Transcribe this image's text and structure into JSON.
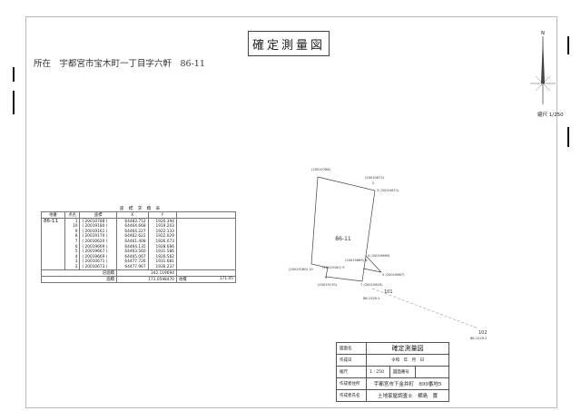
{
  "title": "確定測量図",
  "location": "所在　宇都宮市宝木町一丁目字六軒　86-11",
  "north": "N",
  "scale": "縮尺 1/250",
  "coord_table": {
    "caption": "座 標 求 積 表",
    "headers": [
      "地番",
      "点名",
      "座標",
      "X",
      "Y"
    ],
    "parcel": "86-11",
    "rows": [
      {
        "pt": "1",
        "id": "( 20010788 )",
        "x": "64483.752",
        "y": "1920.394"
      },
      {
        "pt": "10",
        "id": "( 20019180 )",
        "x": "64464.668",
        "y": "1919.203"
      },
      {
        "pt": "9",
        "id": "( 20019161 )",
        "x": "64464.227",
        "y": "1922.133"
      },
      {
        "pt": "8",
        "id": "( 20019170 )",
        "x": "64462.622",
        "y": "1922.029"
      },
      {
        "pt": "7",
        "id": "( 20010620 )",
        "x": "64461.408",
        "y": "1926.073"
      },
      {
        "pt": "6",
        "id": "( 20019669 )",
        "x": "64464.135",
        "y": "1928.686"
      },
      {
        "pt": "5",
        "id": "( 20019667 )",
        "x": "64463.560",
        "y": "1931.586"
      },
      {
        "pt": "4",
        "id": "( 20019669 )",
        "x": "64465.067",
        "y": "1926.582"
      },
      {
        "pt": "3",
        "id": "( 20010671 )",
        "x": "64477.726",
        "y": "1931.681"
      },
      {
        "pt": "2",
        "id": "( 20010673 )",
        "x": "64477.967",
        "y": "1930.237"
      }
    ],
    "double_area_label": "倍面積",
    "double_area": "342.119694",
    "area_label": "面積",
    "area": "171.0598470",
    "land_area_label": "地積",
    "land_area": "171.05"
  },
  "map": {
    "parcel": "86-11",
    "points": {
      "p1": "(20010788)",
      "p2": "(20010673)",
      "p2n": "2",
      "p3": "3 (20010671)",
      "p4": "4 (20019669)",
      "p5": "5 (20019667)",
      "p6": "(20019669) 6",
      "p7": "7 (20010620)",
      "p8": "8",
      "p8id": "(20019170)",
      "p9": "(20019161) 9",
      "p10": "(20019180) 10",
      "p101": "101",
      "p101sub": "86-1229-1",
      "p102": "102",
      "p102sub": "86-1229-2"
    }
  },
  "title_block": {
    "rows": [
      {
        "label": "図面名",
        "value": "確定測量図"
      },
      {
        "label": "作成日",
        "value": "令和　年　月　日"
      },
      {
        "label": "縮尺",
        "value": "1 : 250",
        "label2": "図面番号"
      },
      {
        "label": "作成者住所",
        "value": "宇都宮市下金井町　899番地5"
      },
      {
        "label": "作成者氏名",
        "value": "土地家屋調査士　横島　實"
      }
    ]
  }
}
